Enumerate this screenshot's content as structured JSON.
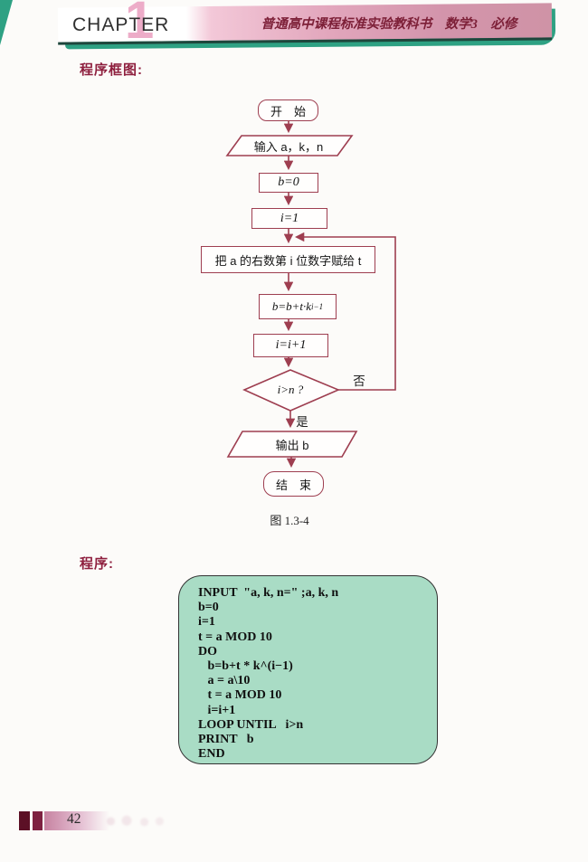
{
  "page": {
    "header": {
      "chapter_label": "CHAPTER",
      "chapter_number": "1",
      "book_title": "普通高中课程标准实验教科书　数学3　必修"
    },
    "flowchart_section": {
      "heading": "程序框图:",
      "nodes": {
        "start": "开　始",
        "input": "输入 a，k，n",
        "init_b": "b=0",
        "init_i": "i=1",
        "assign_digit": "把 a 的右数第 i 位数字赋给 t",
        "formula_base": "b=b+t·k",
        "formula_sup": "i−1",
        "increment": "i=i+1",
        "condition": "i>n ?",
        "output": "输出 b",
        "end": "结　束"
      },
      "branch_labels": {
        "no": "否",
        "yes": "是"
      },
      "caption": "图 1.3-4"
    },
    "program_section": {
      "heading": "程序:",
      "code_lines": [
        "INPUT  \"a, k, n=\" ;a, k, n",
        "b=0",
        "i=1",
        "t = a MOD 10",
        "DO",
        "   b=b+t * k^(i−1)",
        "   a = a\\10",
        "   t = a MOD 10",
        "   i=i+1",
        "LOOP UNTIL   i>n",
        "PRINT   b",
        "END"
      ]
    },
    "footer": {
      "page_number": "42"
    }
  },
  "colors": {
    "flowchart_line": "#9e3e50",
    "heading_text": "#8e1f3e",
    "banner_pink": "#dc9db4",
    "banner_teal_shadow": "#2ea183",
    "code_box_bg": "#a9dcc5"
  }
}
